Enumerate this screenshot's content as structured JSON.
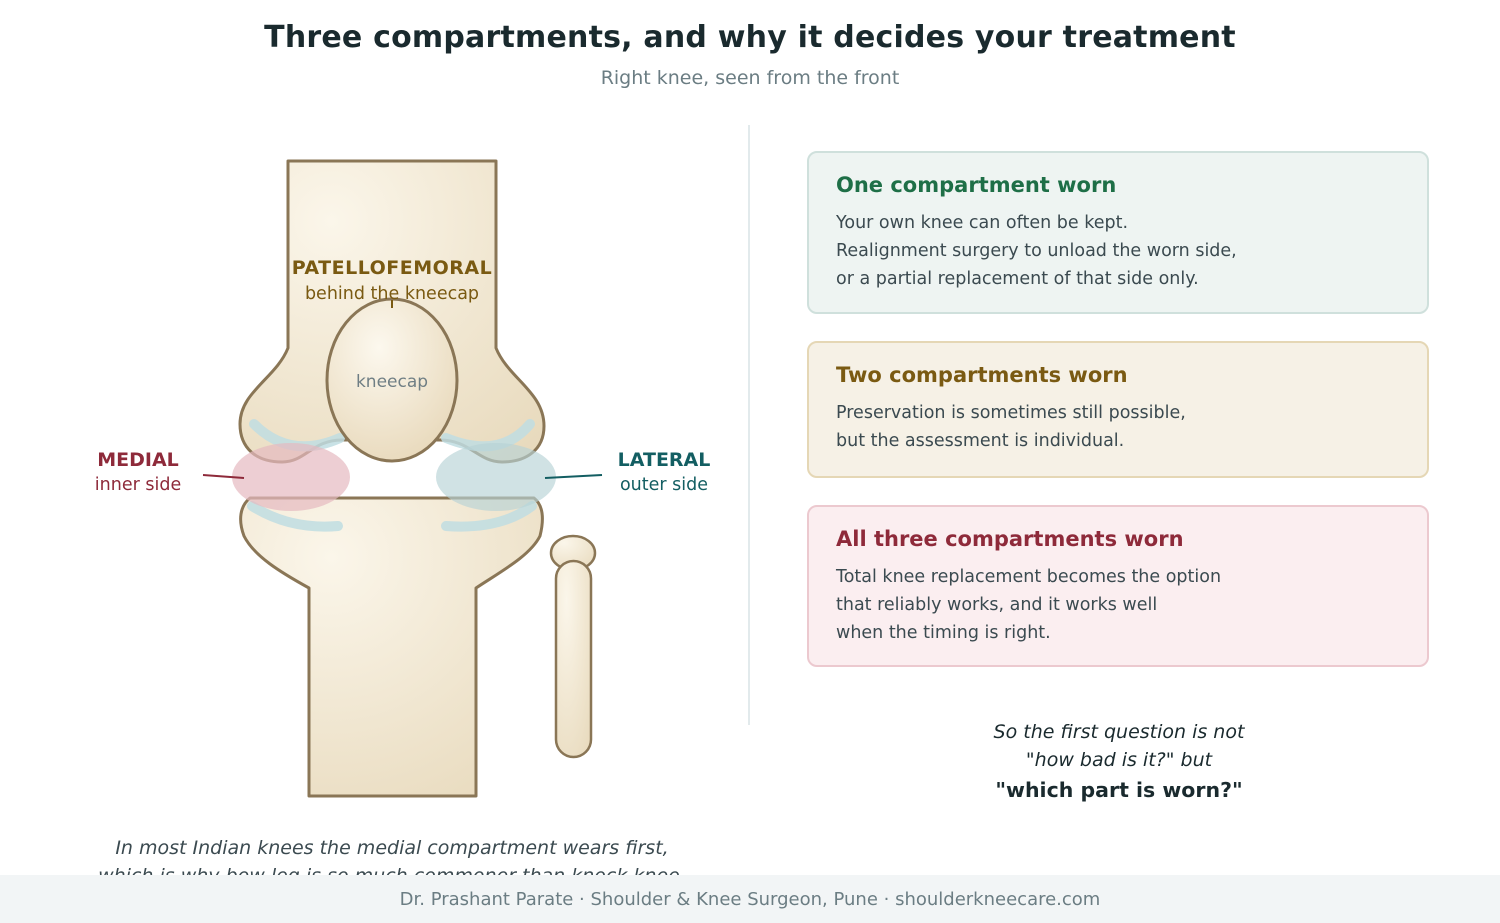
{
  "header": {
    "title": "Three compartments, and why it decides your treatment",
    "subtitle": "Right knee, seen from the front"
  },
  "diagram": {
    "patellofemoral": {
      "title": "PATELLOFEMORAL",
      "sub": "behind the kneecap"
    },
    "kneecap_label": "kneecap",
    "medial": {
      "title": "MEDIAL",
      "sub": "inner side"
    },
    "lateral": {
      "title": "LATERAL",
      "sub": "outer side"
    },
    "colors": {
      "bone_fill": "#f3e9d6",
      "bone_stroke": "#8a7656",
      "cartilage": "#bfdde2",
      "medial": "#8e2a3a",
      "medial_zone": "#e6b9c0",
      "lateral": "#135e62",
      "lateral_zone": "#b7d3d5",
      "patellofemoral": "#7a5a12"
    }
  },
  "cards": [
    {
      "title": "One compartment worn",
      "lines": [
        "Your own knee can often be kept.",
        "Realignment surgery to unload the worn side,",
        "or a partial replacement of that side only."
      ]
    },
    {
      "title": "Two compartments worn",
      "lines": [
        "Preservation is sometimes still possible,",
        "but the assessment is individual."
      ]
    },
    {
      "title": "All three compartments worn",
      "lines": [
        "Total knee replacement becomes the option",
        "that reliably works, and it works well",
        "when the timing is right."
      ]
    }
  ],
  "question": {
    "line1": "So the first question is not",
    "line2": "\"how bad is it?\" but",
    "emphasis": "\"which part is worn?\""
  },
  "note": {
    "line1": "In most Indian knees the medial compartment wears first,",
    "line2": "which is why bow leg is so much commoner than knock knee."
  },
  "footer": {
    "text": "Dr. Prashant Parate · Shoulder & Knee Surgeon, Pune · shoulderkneecare.com"
  }
}
